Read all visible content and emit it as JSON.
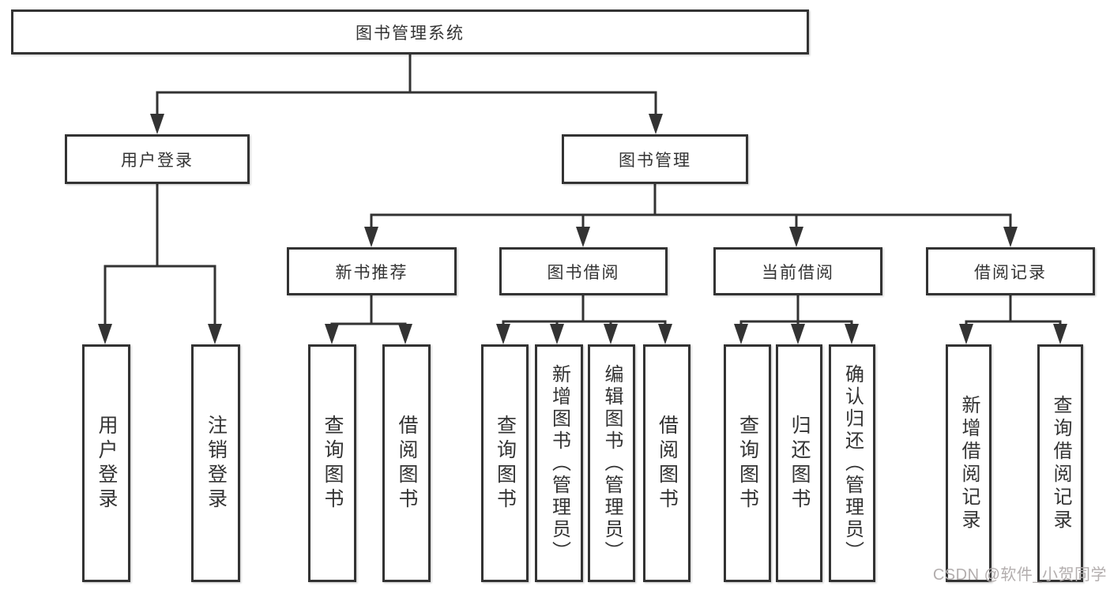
{
  "diagram": {
    "root": {
      "label": "图书管理系统"
    },
    "branches": [
      {
        "label": "用户登录",
        "children": [
          {
            "label": "用户登录"
          },
          {
            "label": "注销登录"
          }
        ]
      },
      {
        "label": "图书管理",
        "children": [
          {
            "label": "新书推荐",
            "children": [
              {
                "label": "查询图书"
              },
              {
                "label": "借阅图书"
              }
            ]
          },
          {
            "label": "图书借阅",
            "children": [
              {
                "label": "查询图书"
              },
              {
                "label": "新增图书（管理员）"
              },
              {
                "label": "编辑图书（管理员）"
              },
              {
                "label": "借阅图书"
              }
            ]
          },
          {
            "label": "当前借阅",
            "children": [
              {
                "label": "查询图书"
              },
              {
                "label": "归还图书"
              },
              {
                "label": "确认归还（管理员）"
              }
            ]
          },
          {
            "label": "借阅记录",
            "children": [
              {
                "label": "新增借阅记录"
              },
              {
                "label": "查询借阅记录"
              }
            ]
          }
        ]
      }
    ]
  },
  "watermark": {
    "text": "CSDN @软件_小贺同学"
  },
  "colors": {
    "line": "#333333",
    "text": "#333333",
    "box_background": "#ffffff",
    "page_background": "#ffffff",
    "watermark": "#b3aeae"
  }
}
